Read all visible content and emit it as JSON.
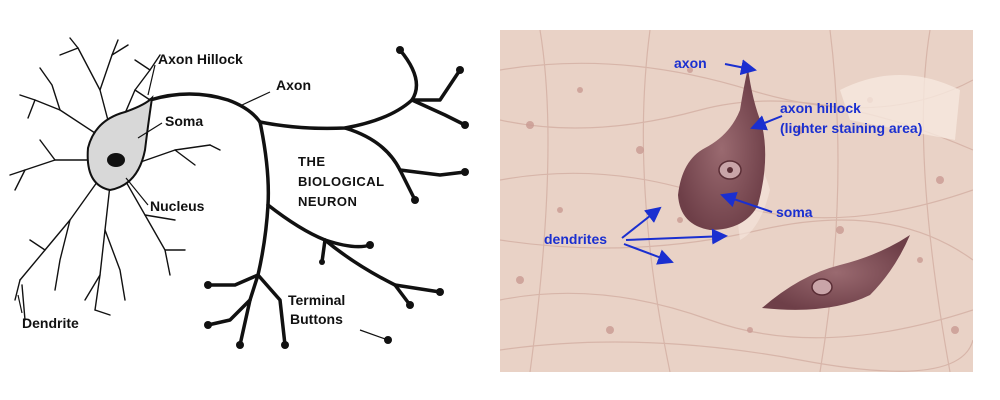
{
  "left_diagram": {
    "labels": {
      "axon_hillock": "Axon Hillock",
      "axon": "Axon",
      "soma": "Soma",
      "nucleus": "Nucleus",
      "dendrite": "Dendrite",
      "terminal_line1": "Terminal",
      "terminal_line2": "Buttons"
    },
    "title_lines": [
      "THE",
      "BIOLOGICAL",
      "NEURON"
    ]
  },
  "micrograph": {
    "labels": {
      "axon": "axon",
      "axon_hillock_line1": "axon hillock",
      "axon_hillock_line2": "(lighter staining area)",
      "soma": "soma",
      "dendrites": "dendrites"
    },
    "colors": {
      "label": "#1a2fd0",
      "background": "#e9d2c6",
      "cell": "#7a4a52"
    }
  }
}
